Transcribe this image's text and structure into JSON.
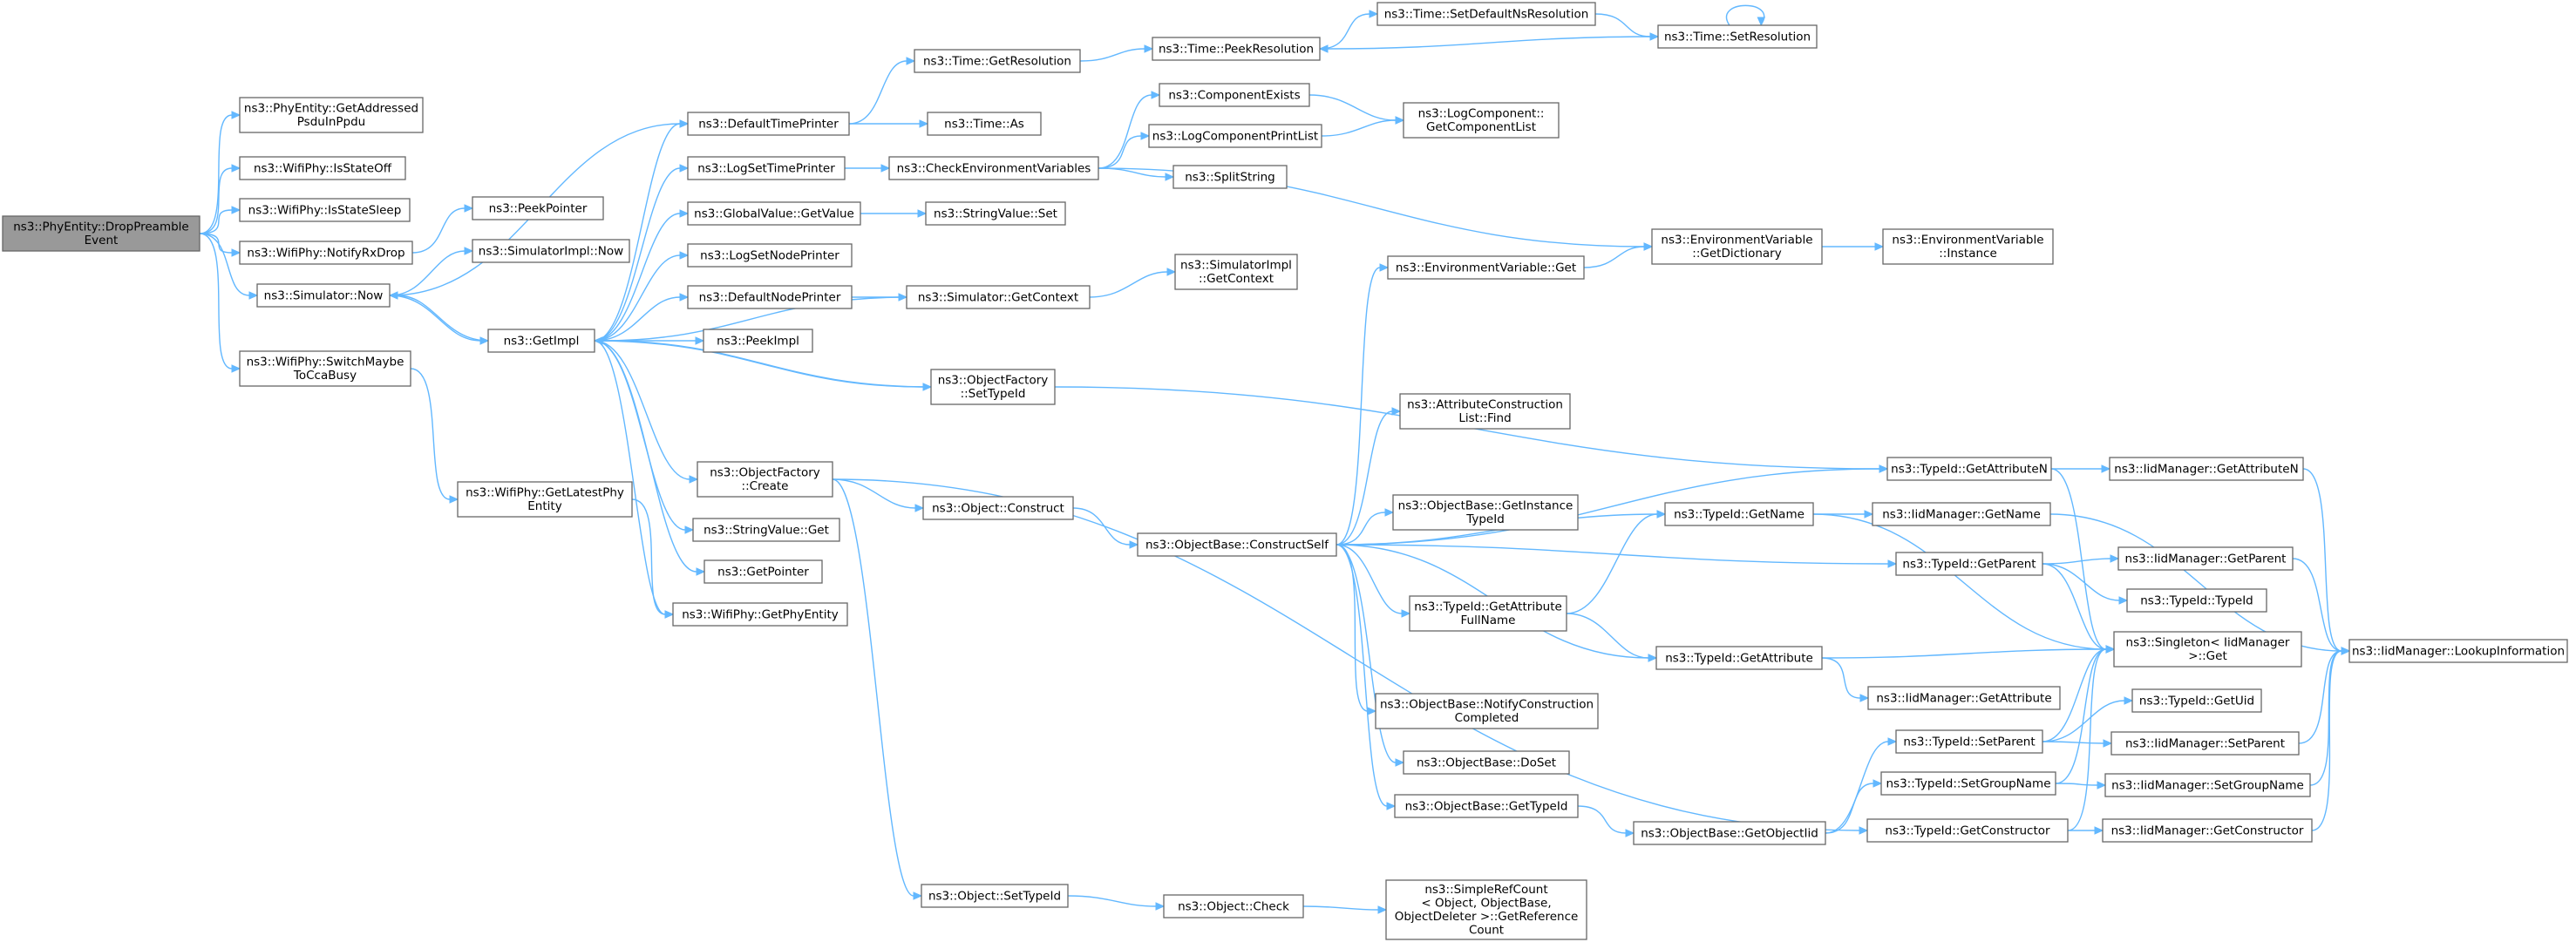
{
  "colors": {
    "edge": "#63b8ff",
    "node_border": "#666666",
    "root_fill": "#999999",
    "node_fill": "#ffffff"
  },
  "nodes": [
    {
      "id": "root",
      "lines": [
        "ns3::PhyEntity::DropPreamble",
        "Event"
      ]
    },
    {
      "id": "getAddressed",
      "lines": [
        "ns3::PhyEntity::GetAddressed",
        "PsduInPpdu"
      ]
    },
    {
      "id": "isStateOff",
      "lines": [
        "ns3::WifiPhy::IsStateOff"
      ]
    },
    {
      "id": "isStateSleep",
      "lines": [
        "ns3::WifiPhy::IsStateSleep"
      ]
    },
    {
      "id": "notifyRxDrop",
      "lines": [
        "ns3::WifiPhy::NotifyRxDrop"
      ]
    },
    {
      "id": "simulatorNow",
      "lines": [
        "ns3::Simulator::Now"
      ]
    },
    {
      "id": "switchMaybe",
      "lines": [
        "ns3::WifiPhy::SwitchMaybe",
        "ToCcaBusy"
      ]
    },
    {
      "id": "peekPointer",
      "lines": [
        "ns3::PeekPointer"
      ]
    },
    {
      "id": "simImplNow",
      "lines": [
        "ns3::SimulatorImpl::Now"
      ]
    },
    {
      "id": "getImpl",
      "lines": [
        "ns3::GetImpl"
      ]
    },
    {
      "id": "getLatestPhy",
      "lines": [
        "ns3::WifiPhy::GetLatestPhy",
        "Entity"
      ]
    },
    {
      "id": "getPhyEntity",
      "lines": [
        "ns3::WifiPhy::GetPhyEntity"
      ]
    },
    {
      "id": "defaultTimePrinter",
      "lines": [
        "ns3::DefaultTimePrinter"
      ]
    },
    {
      "id": "logSetTimePrinter",
      "lines": [
        "ns3::LogSetTimePrinter"
      ]
    },
    {
      "id": "globalValueGet",
      "lines": [
        "ns3::GlobalValue::GetValue"
      ]
    },
    {
      "id": "logSetNodePrinter",
      "lines": [
        "ns3::LogSetNodePrinter"
      ]
    },
    {
      "id": "defaultNodePrinter",
      "lines": [
        "ns3::DefaultNodePrinter"
      ]
    },
    {
      "id": "peekImpl",
      "lines": [
        "ns3::PeekImpl"
      ]
    },
    {
      "id": "objectFactoryCreate",
      "lines": [
        "ns3::ObjectFactory",
        "::Create"
      ]
    },
    {
      "id": "stringValueGet",
      "lines": [
        "ns3::StringValue::Get"
      ]
    },
    {
      "id": "getPointer",
      "lines": [
        "ns3::GetPointer"
      ]
    },
    {
      "id": "timeGetResolution",
      "lines": [
        "ns3::Time::GetResolution"
      ]
    },
    {
      "id": "timeAs",
      "lines": [
        "ns3::Time::As"
      ]
    },
    {
      "id": "checkEnv",
      "lines": [
        "ns3::CheckEnvironmentVariables"
      ]
    },
    {
      "id": "stringValueSet",
      "lines": [
        "ns3::StringValue::Set"
      ]
    },
    {
      "id": "simGetContext",
      "lines": [
        "ns3::Simulator::GetContext"
      ]
    },
    {
      "id": "objectFactorySetTypeId",
      "lines": [
        "ns3::ObjectFactory",
        "::SetTypeId"
      ]
    },
    {
      "id": "objectConstruct",
      "lines": [
        "ns3::Object::Construct"
      ]
    },
    {
      "id": "objectSetTypeId",
      "lines": [
        "ns3::Object::SetTypeId"
      ]
    },
    {
      "id": "timePeekResolution",
      "lines": [
        "ns3::Time::PeekResolution"
      ]
    },
    {
      "id": "componentExists",
      "lines": [
        "ns3::ComponentExists"
      ]
    },
    {
      "id": "logComponentPrintList",
      "lines": [
        "ns3::LogComponentPrintList"
      ]
    },
    {
      "id": "splitString",
      "lines": [
        "ns3::SplitString"
      ]
    },
    {
      "id": "simImplGetContext",
      "lines": [
        "ns3::SimulatorImpl",
        "::GetContext"
      ]
    },
    {
      "id": "objectBaseConstructSelf",
      "lines": [
        "ns3::ObjectBase::ConstructSelf"
      ]
    },
    {
      "id": "objectCheck",
      "lines": [
        "ns3::Object::Check"
      ]
    },
    {
      "id": "timeSetDefaultNs",
      "lines": [
        "ns3::Time::SetDefaultNsResolution"
      ]
    },
    {
      "id": "logComponentGetList",
      "lines": [
        "ns3::LogComponent::",
        "GetComponentList"
      ]
    },
    {
      "id": "envVarGet",
      "lines": [
        "ns3::EnvironmentVariable::Get"
      ]
    },
    {
      "id": "attrConstructionFind",
      "lines": [
        "ns3::AttributeConstruction",
        "List::Find"
      ]
    },
    {
      "id": "objectBaseGetInstance",
      "lines": [
        "ns3::ObjectBase::GetInstance",
        "TypeId"
      ]
    },
    {
      "id": "typeIdGetAttributeFullName",
      "lines": [
        "ns3::TypeId::GetAttribute",
        "FullName"
      ]
    },
    {
      "id": "objectBaseNotify",
      "lines": [
        "ns3::ObjectBase::NotifyConstruction",
        "Completed"
      ]
    },
    {
      "id": "objectBaseDoSet",
      "lines": [
        "ns3::ObjectBase::DoSet"
      ]
    },
    {
      "id": "objectBaseGetTypeId",
      "lines": [
        "ns3::ObjectBase::GetTypeId"
      ]
    },
    {
      "id": "simpleRefCount",
      "lines": [
        "ns3::SimpleRefCount",
        "< Object, ObjectBase,",
        "ObjectDeleter >::GetReference",
        "Count"
      ]
    },
    {
      "id": "timeSetResolution",
      "lines": [
        "ns3::Time::SetResolution"
      ]
    },
    {
      "id": "envVarGetDictionary",
      "lines": [
        "ns3::EnvironmentVariable",
        "::GetDictionary"
      ]
    },
    {
      "id": "typeIdGetName",
      "lines": [
        "ns3::TypeId::GetName"
      ]
    },
    {
      "id": "typeIdGetAttribute",
      "lines": [
        "ns3::TypeId::GetAttribute"
      ]
    },
    {
      "id": "objectBaseGetObjectIid",
      "lines": [
        "ns3::ObjectBase::GetObjectIid"
      ]
    },
    {
      "id": "envVarInstance",
      "lines": [
        "ns3::EnvironmentVariable",
        "::Instance"
      ]
    },
    {
      "id": "typeIdGetAttributeN",
      "lines": [
        "ns3::TypeId::GetAttributeN"
      ]
    },
    {
      "id": "typeIdGetParent",
      "lines": [
        "ns3::TypeId::GetParent"
      ]
    },
    {
      "id": "typeIdSetParent",
      "lines": [
        "ns3::TypeId::SetParent"
      ]
    },
    {
      "id": "typeIdSetGroupName",
      "lines": [
        "ns3::TypeId::SetGroupName"
      ]
    },
    {
      "id": "typeIdGetConstructor",
      "lines": [
        "ns3::TypeId::GetConstructor"
      ]
    },
    {
      "id": "iidGetName",
      "lines": [
        "ns3::IidManager::GetName"
      ]
    },
    {
      "id": "iidGetAttribute",
      "lines": [
        "ns3::IidManager::GetAttribute"
      ]
    },
    {
      "id": "iidGetAttributeN",
      "lines": [
        "ns3::IidManager::GetAttributeN"
      ]
    },
    {
      "id": "iidGetParent",
      "lines": [
        "ns3::IidManager::GetParent"
      ]
    },
    {
      "id": "typeIdTypeId",
      "lines": [
        "ns3::TypeId::TypeId"
      ]
    },
    {
      "id": "singletonGet",
      "lines": [
        "ns3::Singleton< IidManager",
        ">::Get"
      ]
    },
    {
      "id": "typeIdGetUid",
      "lines": [
        "ns3::TypeId::GetUid"
      ]
    },
    {
      "id": "iidSetParent",
      "lines": [
        "ns3::IidManager::SetParent"
      ]
    },
    {
      "id": "iidSetGroupName",
      "lines": [
        "ns3::IidManager::SetGroupName"
      ]
    },
    {
      "id": "iidGetConstructor",
      "lines": [
        "ns3::IidManager::GetConstructor"
      ]
    },
    {
      "id": "iidLookup",
      "lines": [
        "ns3::IidManager::LookupInformation"
      ]
    }
  ]
}
